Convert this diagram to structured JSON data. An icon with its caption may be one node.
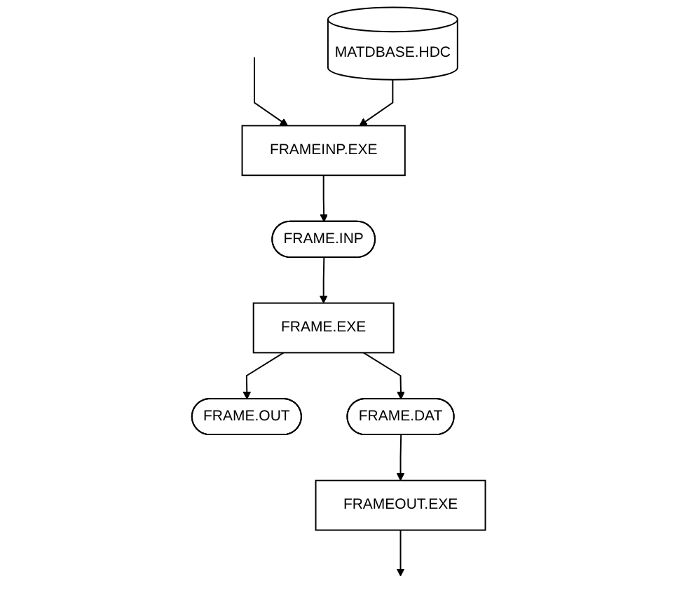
{
  "diagram": {
    "nodes": [
      {
        "text": [
          "FRAMEINP.EXE"
        ]
      },
      {
        "text": [
          "MATDBASE.HDC"
        ]
      },
      {
        "text": [
          "FRAME.INP"
        ]
      },
      {
        "text": [
          "FRAME.EXE"
        ]
      },
      {
        "text": [
          "FRAME.OUT"
        ]
      },
      {
        "text": [
          "FRAME.DAT"
        ]
      },
      {
        "text": [
          "FRAMEOUT.EXE"
        ]
      }
    ],
    "edges": [
      {
        "from": null,
        "to": 0,
        "arrow": "to"
      },
      {
        "from": 1,
        "to": 0,
        "arrow": "to"
      },
      {
        "from": 0,
        "to": 2,
        "arrow": "to"
      },
      {
        "from": 2,
        "to": 3,
        "arrow": "to"
      },
      {
        "from": 3,
        "to": 4,
        "arrow": "to"
      },
      {
        "from": 3,
        "to": 5,
        "arrow": "to"
      },
      {
        "from": 5,
        "to": 6,
        "arrow": "to"
      },
      {
        "from": 6,
        "to": null,
        "arrow": "to"
      }
    ]
  }
}
